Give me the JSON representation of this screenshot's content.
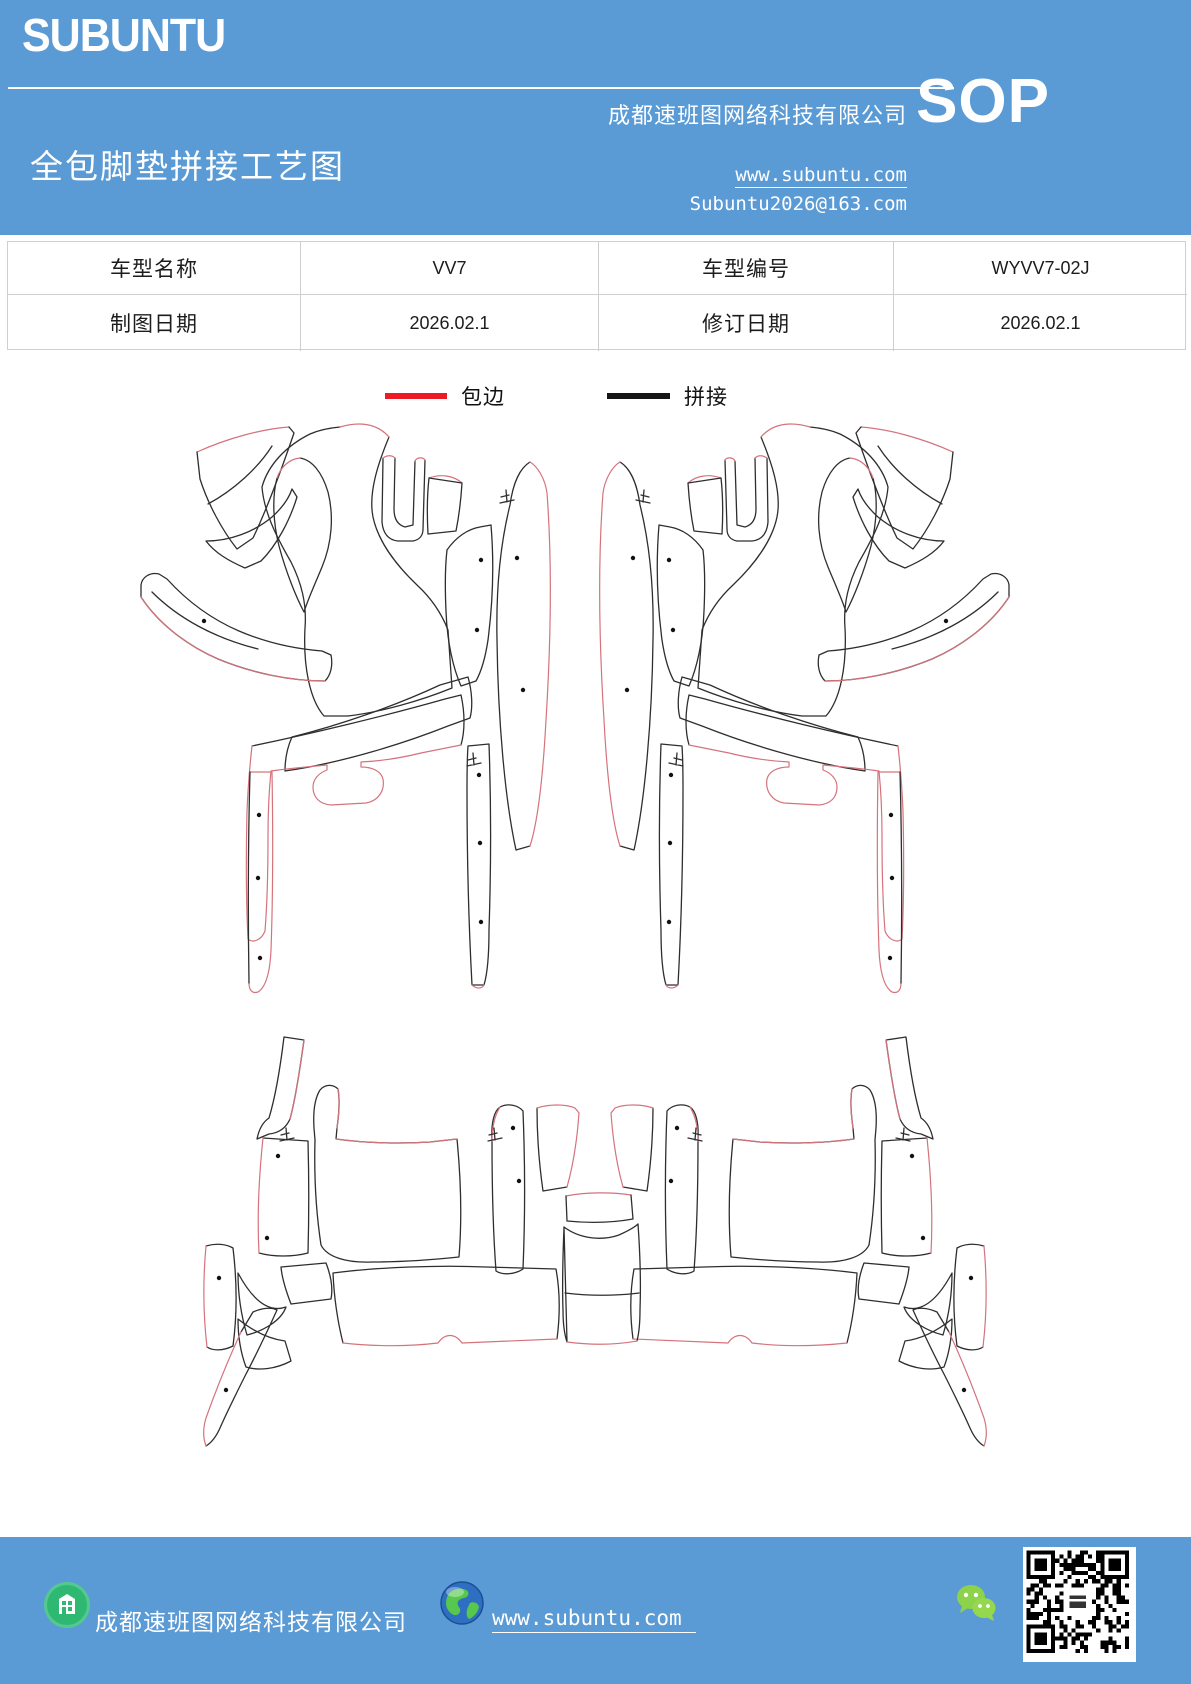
{
  "header": {
    "logo": "SUBUNTU",
    "title": "全包脚垫拼接工艺图",
    "company": "成都速班图网络科技有限公司",
    "website": "www.subuntu.com",
    "email": "Subuntu2026@163.com",
    "badge": "SOP",
    "bg_color": "#5B9BD5"
  },
  "info_table": {
    "rows": [
      [
        "车型名称",
        "VV7",
        "车型编号",
        "WYVV7-02J"
      ],
      [
        "制图日期",
        "2026.02.1",
        "修订日期",
        "2026.02.1"
      ]
    ]
  },
  "legend": {
    "items": [
      {
        "label": "包边",
        "color": "#ed1c24"
      },
      {
        "label": "拼接",
        "color": "#151515"
      }
    ]
  },
  "diagram": {
    "splice_line_color": "#2e2e2e",
    "binding_line_color": "#d4737c",
    "dot_color": "#111111"
  },
  "footer": {
    "company": "成都速班图网络科技有限公司",
    "website": "www.subuntu.com",
    "bg_color": "#5B9BD5",
    "building_icon_color": "#2eb872",
    "wechat_icon_color": "#8cd24a"
  }
}
